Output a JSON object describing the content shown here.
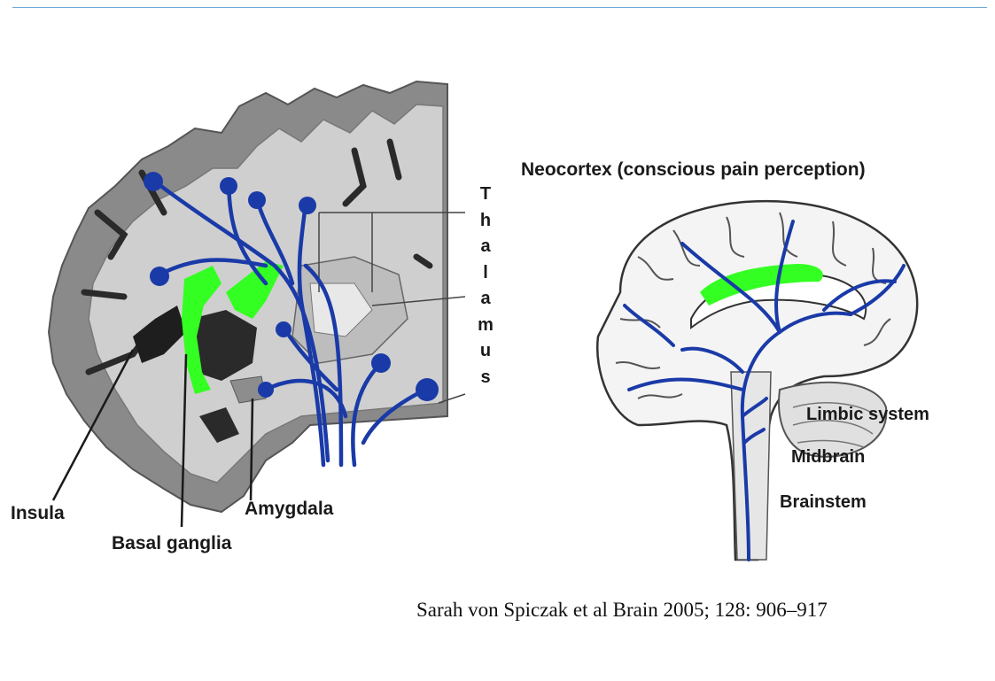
{
  "colors": {
    "pathway": "#1a3aa8",
    "activation": "#33ff22",
    "gray_matter": "#8a8a8a",
    "white_matter": "#c9c9c9",
    "frame_line": "#6fa8d6"
  },
  "icons": [
    "coronal-brain-section",
    "sagittal-brain-section"
  ],
  "labels": {
    "neocortex": "Neocortex (conscious pain perception)",
    "thalamus": [
      "T",
      "h",
      "a",
      "l",
      "a",
      "m",
      "u",
      "s"
    ],
    "insula": "Insula",
    "basal_ganglia": "Basal ganglia",
    "amygdala": "Amygdala",
    "limbic_system": "Limbic system",
    "midbrain": "Midbrain",
    "brainstem": "Brainstem"
  },
  "citation": "Sarah von Spiczak et al Brain 2005; 128: 906–917"
}
